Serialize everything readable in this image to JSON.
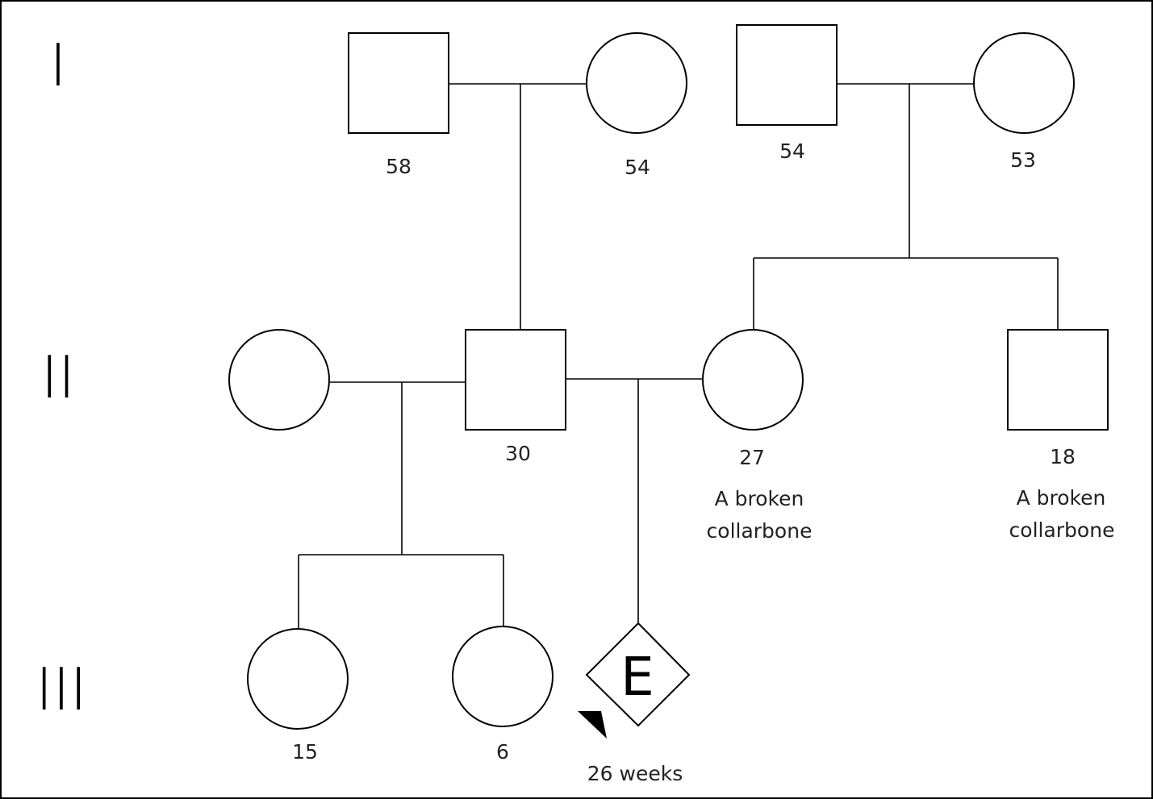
{
  "pedigree": {
    "generations": [
      "I",
      "II",
      "III"
    ],
    "generation_I": {
      "paternal_grandfather": {
        "sex": "male",
        "age": "58"
      },
      "paternal_grandmother": {
        "sex": "female",
        "age": "54"
      },
      "maternal_grandfather": {
        "sex": "male",
        "age": "54"
      },
      "maternal_grandmother": {
        "sex": "female",
        "age": "53"
      }
    },
    "generation_II": {
      "first_partner": {
        "sex": "female"
      },
      "father": {
        "sex": "male",
        "age": "30"
      },
      "mother": {
        "sex": "female",
        "age": "27",
        "note_line1": "A broken",
        "note_line2": "collarbone"
      },
      "maternal_uncle": {
        "sex": "male",
        "age": "18",
        "note_line1": "A broken",
        "note_line2": "collarbone"
      }
    },
    "generation_III": {
      "half_sibling_1": {
        "sex": "female",
        "age": "15"
      },
      "half_sibling_2": {
        "sex": "female",
        "age": "6"
      },
      "pregnancy": {
        "sex": "unknown",
        "mark": "E",
        "gestation": "26 weeks",
        "proband": true
      }
    }
  }
}
